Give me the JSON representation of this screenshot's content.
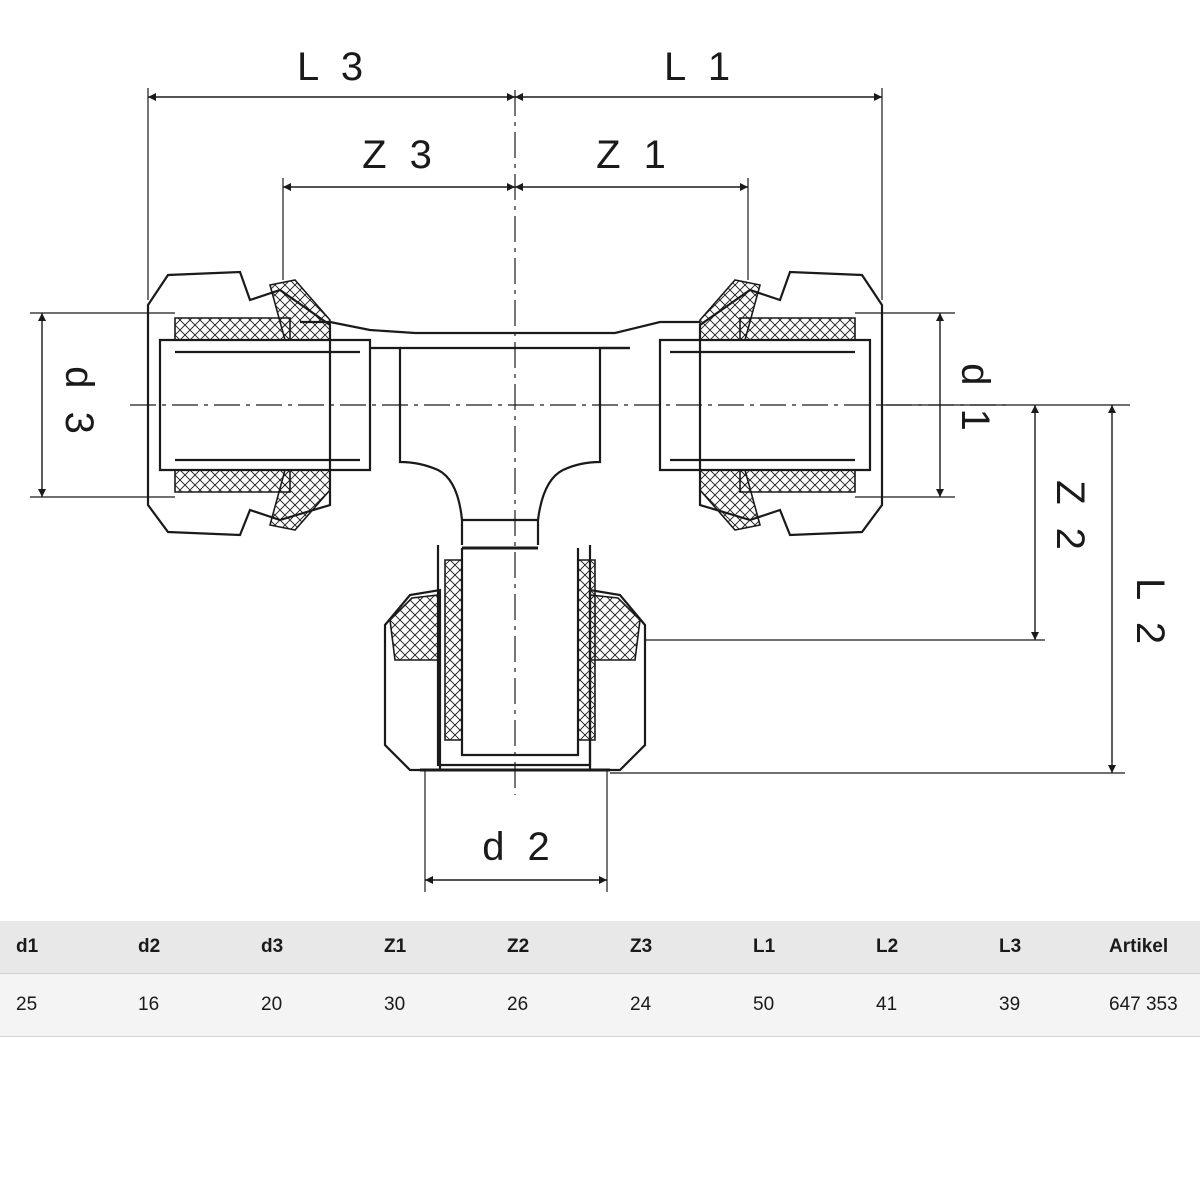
{
  "diagram": {
    "labels": {
      "L3": "L 3",
      "L1": "L 1",
      "Z3": "Z 3",
      "Z1": "Z 1",
      "d3": "d 3",
      "d1": "d 1",
      "Z2": "Z 2",
      "L2": "L 2",
      "d2": "d 2"
    }
  },
  "table": {
    "headers": [
      "d1",
      "d2",
      "d3",
      "Z1",
      "Z2",
      "Z3",
      "L1",
      "L2",
      "L3",
      "Artikel"
    ],
    "values": [
      "25",
      "16",
      "20",
      "30",
      "26",
      "24",
      "50",
      "41",
      "39",
      "647 353"
    ]
  },
  "colors": {
    "line": "#1a1a1a",
    "header_bg": "#e8e8e8",
    "row_bg": "#f4f4f4"
  }
}
